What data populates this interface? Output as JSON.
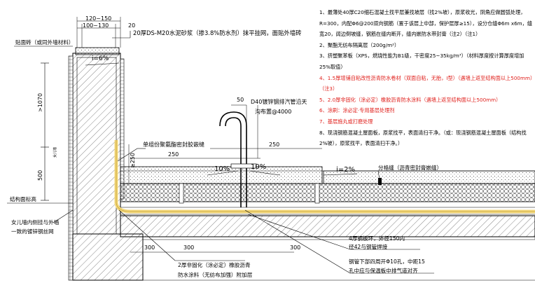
{
  "colors": {
    "line": "#000000",
    "membrane": "#f3d77a",
    "note_red": "#e0211d",
    "hatch": "#555555"
  },
  "labels": {
    "dim_120_150": "120~150",
    "dim_100_130": "100~130",
    "dim_20": "20",
    "parapet_title": "20厚DS-M20水泥砂浆（掺3.8%防水剂）抹平挂网，面贴外墙砖",
    "tile_label": "贴面砖（或同外墙材料）",
    "slope_6": "i=6%",
    "dim_1070": ">1070",
    "parapet_mark": "女儿墙",
    "dim_500": "500",
    "seal_label": "单组份聚氨酯密封胶嵌缝",
    "dim_250_v": "≥250",
    "struct_top": "结构面标高",
    "mesh_label_1": "女儿墙内侧挂与外墙",
    "mesh_label_2": "一致的镀锌钢丝网",
    "pipe_label_1": "D40镀锌钢排汽管沿天",
    "pipe_label_2": "沟布置@4000",
    "dim_50": "50",
    "dim_250_a": "250",
    "dim_250_b": "250",
    "slope_10_a": "10%",
    "slope_10_b": "10%",
    "slope_2": "i=2%",
    "joint_label": "分格缝（沥青密封膏嵌缝）",
    "dim_300_a": "300",
    "dim_300_b": "300",
    "dim_300_c": "300",
    "steel_plate_1": "4厚钢板环，外径150内",
    "steel_plate_2": "径42与钢管焊接",
    "pipe_hole_1": "钢管下部四周开Φ10孔，中距15",
    "pipe_hole_2": "孔中应与保温板中排气道对齐",
    "coat_label_1": "2厚非固化（涂必定）橡胶沥青",
    "coat_label_2": "防水涂料（无纺布加强）附加层"
  },
  "notes": [
    {
      "text": "1、最薄处40厚C20细石混凝土找平层兼找坡层（找2%坡），原浆收光，阴角应做圆弧处理，R=300，内配Φ6@200双向钢筋（置于该层上中部，保护层厚≥15），设分仓缝Φ6m x6m，缝宽20，阔边倒坡缝，钢筋在缝内断开，缝内嵌防水带封膏（注2）（注1）",
      "red": false
    },
    {
      "text": "2、聚酯无纺布隔离层（200g/m²）",
      "red": false
    },
    {
      "text": "3、挤塑聚苯板（XPS，燃烧性能为B1级，干密度25~35kg/m³）（材料厚度按计算厚度增加25%取值）",
      "red": false
    },
    {
      "text": "4、1.5厚增铺自粘改性沥青防水卷材（双面自粘，无胎，I型）（遇墙上返至结构面以上500mm）（注3）",
      "red": true
    },
    {
      "text": "5、2.0厚非固化（涂必定）橡胶沥青防水涂料（遇墙上返至结构面以上500mm）",
      "red": true
    },
    {
      "text": "6、涂刷：涂必定·专用基层处理剂",
      "red": true
    },
    {
      "text": "7、基层施丸或打磨处理",
      "red": true
    },
    {
      "text": "8、现浇钢筋混凝土屋面板，原浆找平，表面清扫干净。（或：现浇钢筋混凝土屋面板（结构找2%坡），原浆找平，表面清扫干净。）",
      "red": false
    }
  ]
}
